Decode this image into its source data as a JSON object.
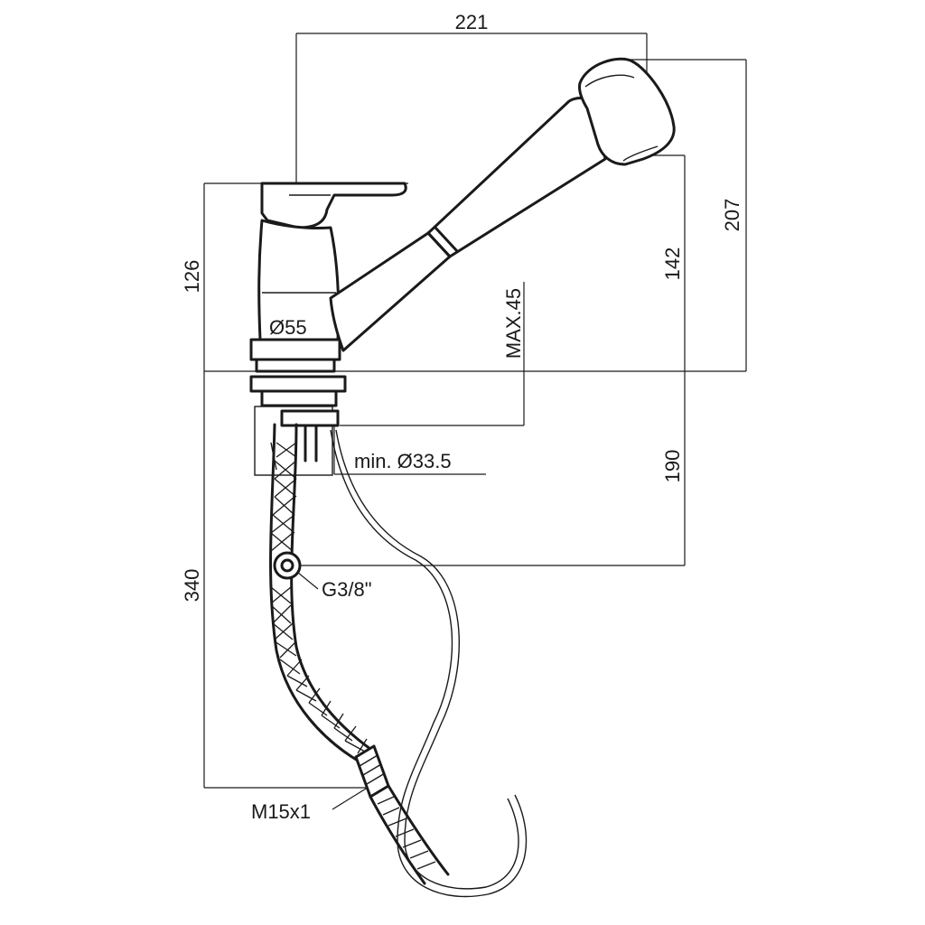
{
  "dimensions": {
    "width_221": "221",
    "height_207": "207",
    "height_142": "142",
    "height_126": "126",
    "diameter_55": "Ø55",
    "max_45": "MAX.45",
    "min_hole": "min. Ø33.5",
    "depth_190": "190",
    "hose_340": "340",
    "thread_g38": "G3/8\"",
    "thread_m15": "M15x1"
  },
  "colors": {
    "line": "#1a1a1a",
    "background": "#ffffff"
  }
}
